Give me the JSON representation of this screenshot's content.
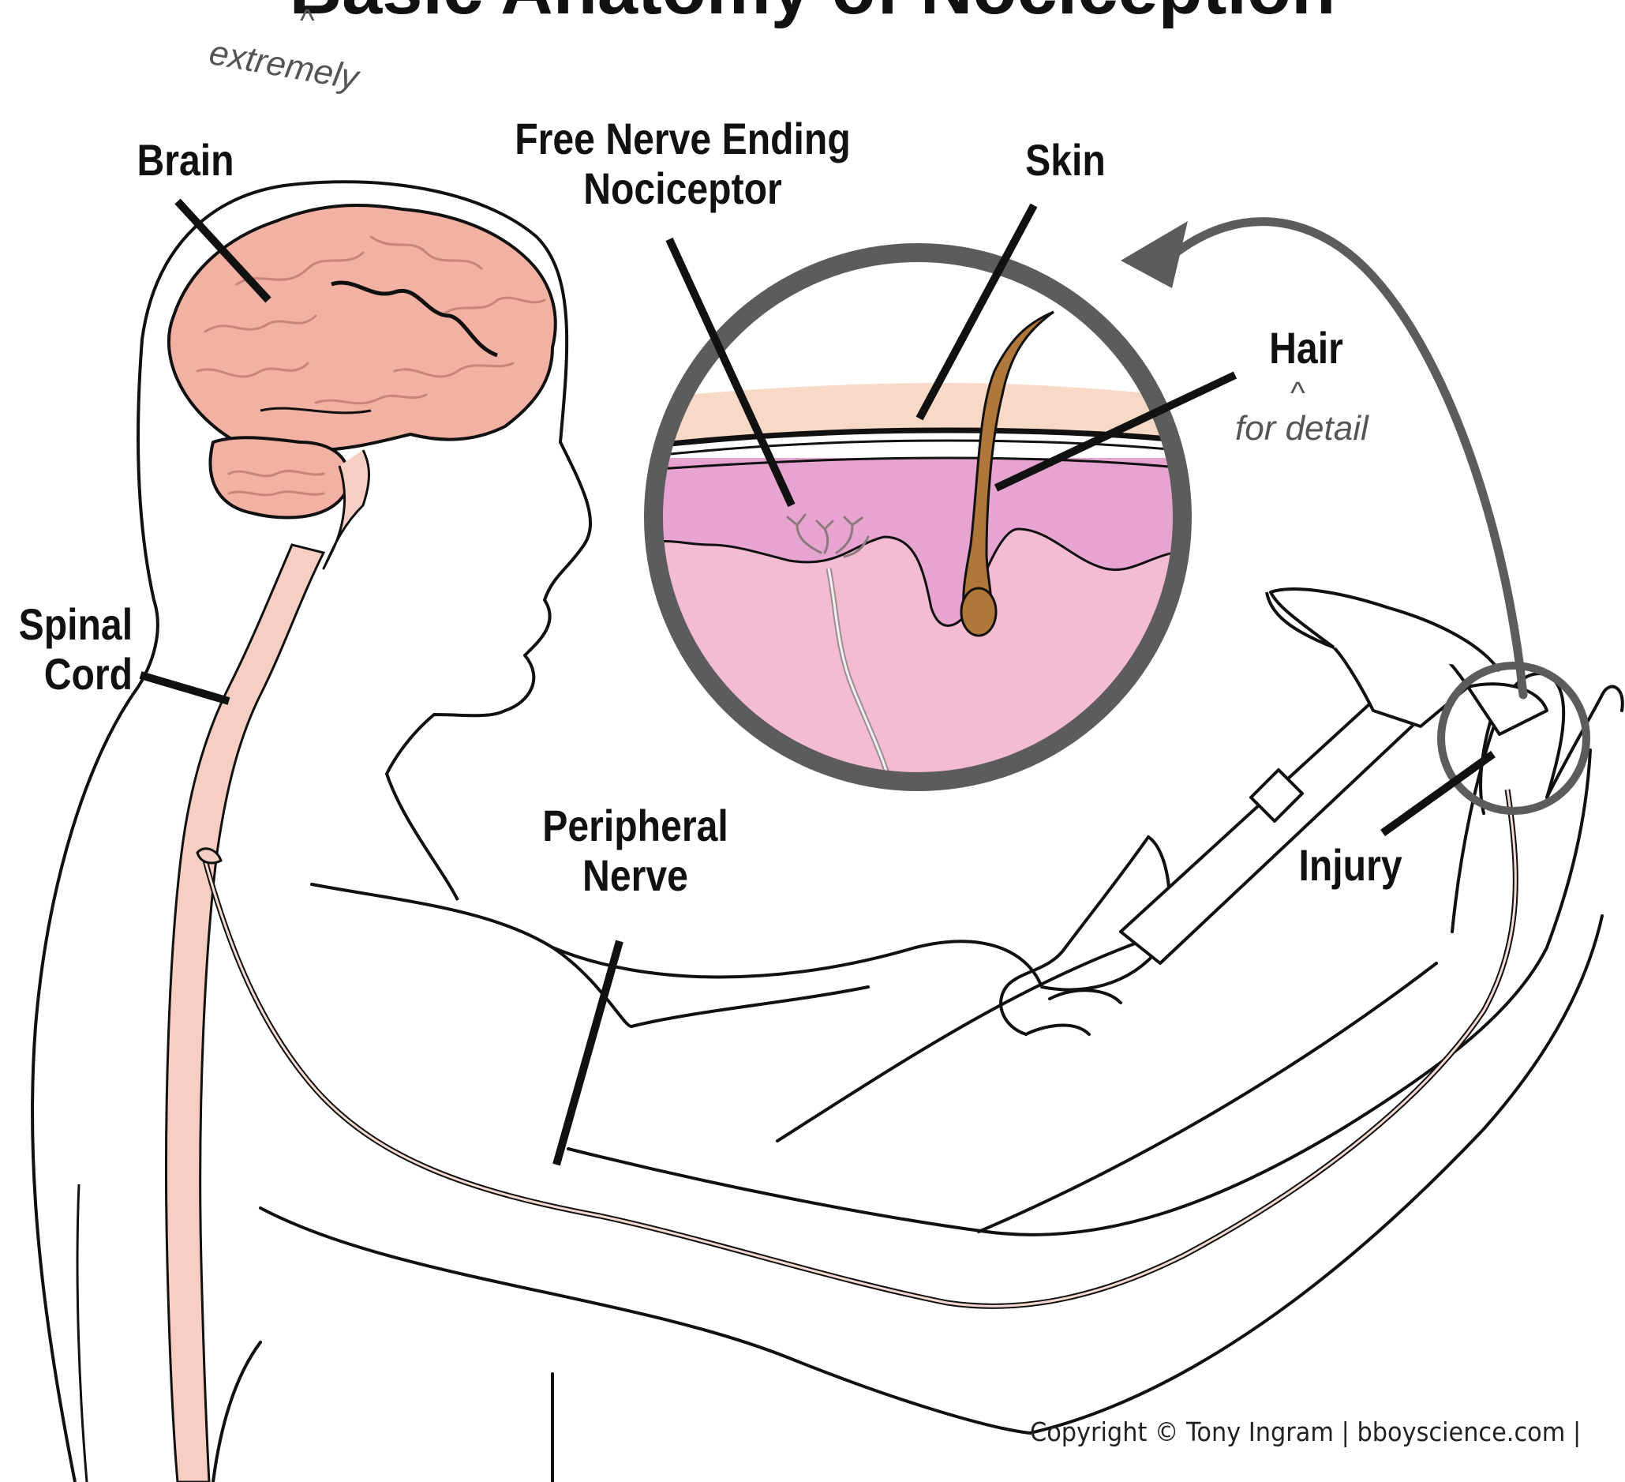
{
  "title": "Basic Anatomy of Nociception",
  "annotations": {
    "extremely": "extremely",
    "for_detail": "for detail",
    "caret": "^"
  },
  "labels": {
    "brain": "Brain",
    "free_nerve_ending": "Free Nerve Ending\nNociceptor",
    "skin": "Skin",
    "hair": "Hair",
    "spinal_cord": "Spinal\nCord",
    "peripheral_nerve": "Peripheral\nNerve",
    "injury": "Injury"
  },
  "copyright": "Copyright © Tony Ingram | bboyscience.com |",
  "colors": {
    "outline": "#111111",
    "brain": "#f3b1a3",
    "spinal_cord": "#f7cfc2",
    "epidermis": "#f8d9c6",
    "dermis_upper": "#e7a4d0",
    "dermis_lower": "#f4bcd3",
    "hair": "#b0773a",
    "magnifier_ring": "#5c5c5c"
  }
}
